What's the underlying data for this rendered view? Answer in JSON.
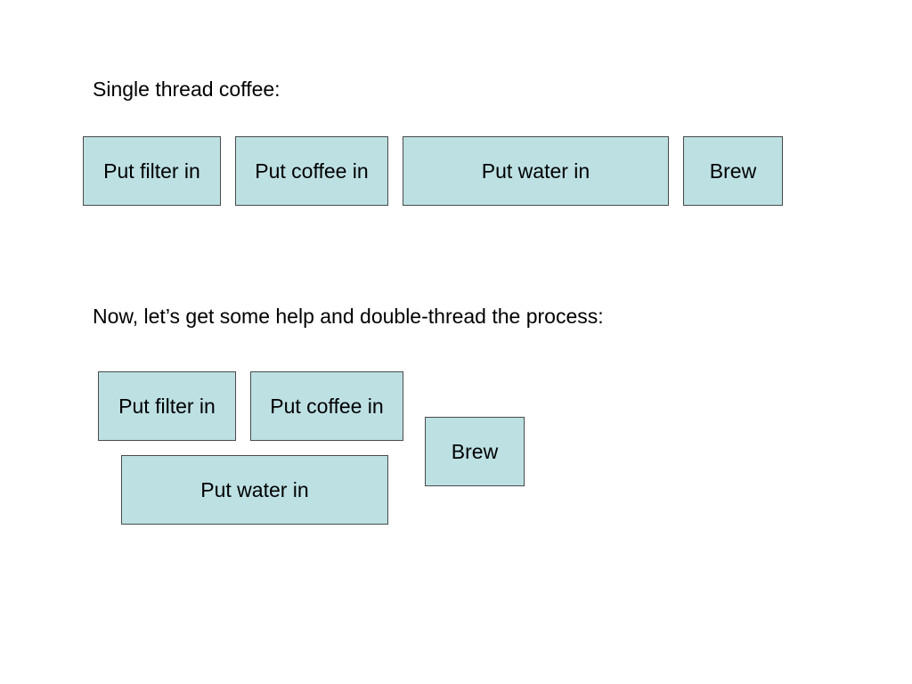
{
  "colors": {
    "box_fill": "#bde0e3",
    "box_border": "#4a4a4a",
    "text": "#000000",
    "background": "#ffffff"
  },
  "single": {
    "heading": "Single thread coffee:",
    "steps": {
      "filter": "Put filter in",
      "coffee": "Put coffee in",
      "water": "Put water in",
      "brew": "Brew"
    }
  },
  "double": {
    "heading": "Now, let’s get some help and double-thread the process:",
    "steps": {
      "filter": "Put filter in",
      "coffee": "Put coffee in",
      "water": "Put water in",
      "brew": "Brew"
    }
  }
}
